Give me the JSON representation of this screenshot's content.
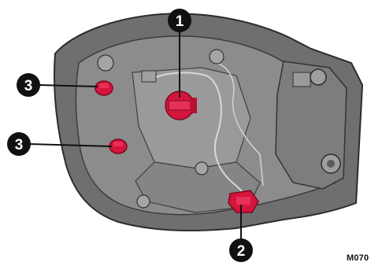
{
  "diagram": {
    "callouts": [
      {
        "id": "callout-1",
        "number": "1"
      },
      {
        "id": "callout-2",
        "number": "2"
      },
      {
        "id": "callout-3a",
        "number": "3"
      },
      {
        "id": "callout-3b",
        "number": "3"
      }
    ],
    "figure_code": "M070",
    "colors": {
      "housing_outer": "#6f6f6f",
      "housing_inner": "#8a8a8a",
      "housing_shadow": "#4a4a4a",
      "bulb_socket_red": "#d5153c",
      "callout_badge": "#111111",
      "leader_line": "#111111",
      "background": "#ffffff"
    }
  }
}
